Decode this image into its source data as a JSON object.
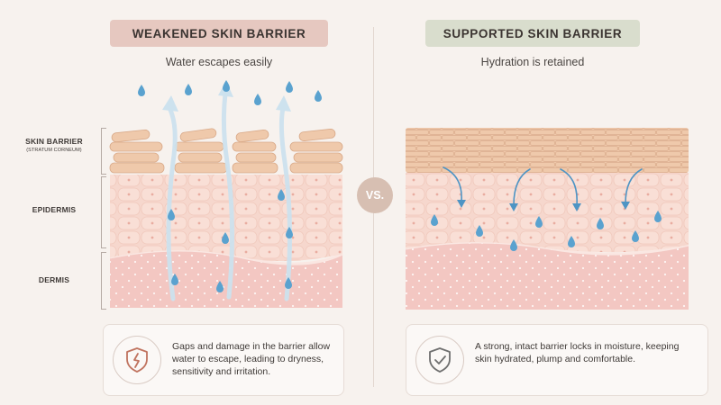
{
  "left": {
    "title": "WEAKENED SKIN BARRIER",
    "subtitle": "Water escapes easily",
    "description": "Gaps and damage in the barrier allow water to escape, leading to dryness, sensitivity and irritation.",
    "icon": "cracked-shield-icon"
  },
  "right": {
    "title": "SUPPORTED SKIN BARRIER",
    "subtitle": "Hydration is retained",
    "description": "A strong, intact barrier locks in moisture, keeping skin hydrated, plump and comfortable.",
    "icon": "shield-check-icon"
  },
  "layers": {
    "barrier": "SKIN BARRIER",
    "barrier_sub": "(STRATUM CORNEUM)",
    "epidermis": "EPIDERMIS",
    "dermis": "DERMIS"
  },
  "vs_label": "VS.",
  "colors": {
    "barrier": "#efc9ab",
    "epidermis": "#f6d7cd",
    "dermis": "#f3c7c2",
    "water": "#5aa2cf",
    "left_pill": "#e6c8c0",
    "right_pill": "#d9ddcd"
  }
}
